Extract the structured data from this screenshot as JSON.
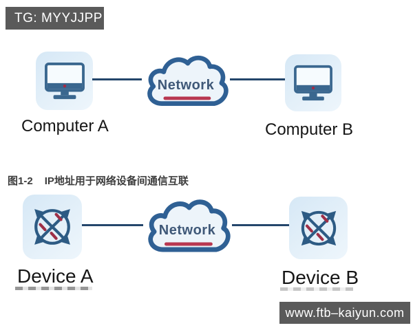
{
  "badges": {
    "top_left": "TG: MYYJJPP",
    "bottom_right": "www.ftb–kaiyun.com"
  },
  "diagram_top": {
    "left_label": "Computer A",
    "right_label": "Computer B",
    "cloud_label": "Network",
    "left_icon": "monitor-icon",
    "right_icon": "monitor-icon"
  },
  "caption": {
    "figure_label": "图1-2",
    "text": "IP地址用于网络设备间通信互联"
  },
  "diagram_bottom": {
    "left_label": "Device A",
    "right_label": "Device B",
    "cloud_label": "Network",
    "left_icon": "router-icon",
    "right_icon": "router-icon"
  },
  "colors": {
    "badge_background": "#5a5a5a",
    "badge_text": "#ffffff",
    "node_background": "#dcebf7",
    "monitor_blue": "#3a678f",
    "connector_line": "#24466b",
    "cloud_border": "#2f6094",
    "cloud_fill": "#edf4fa",
    "cloud_text": "#3f5878",
    "red_accent": "#b83750",
    "router_blue": "#2d5b84",
    "router_red": "#9e2f47",
    "label_text": "#161616"
  }
}
